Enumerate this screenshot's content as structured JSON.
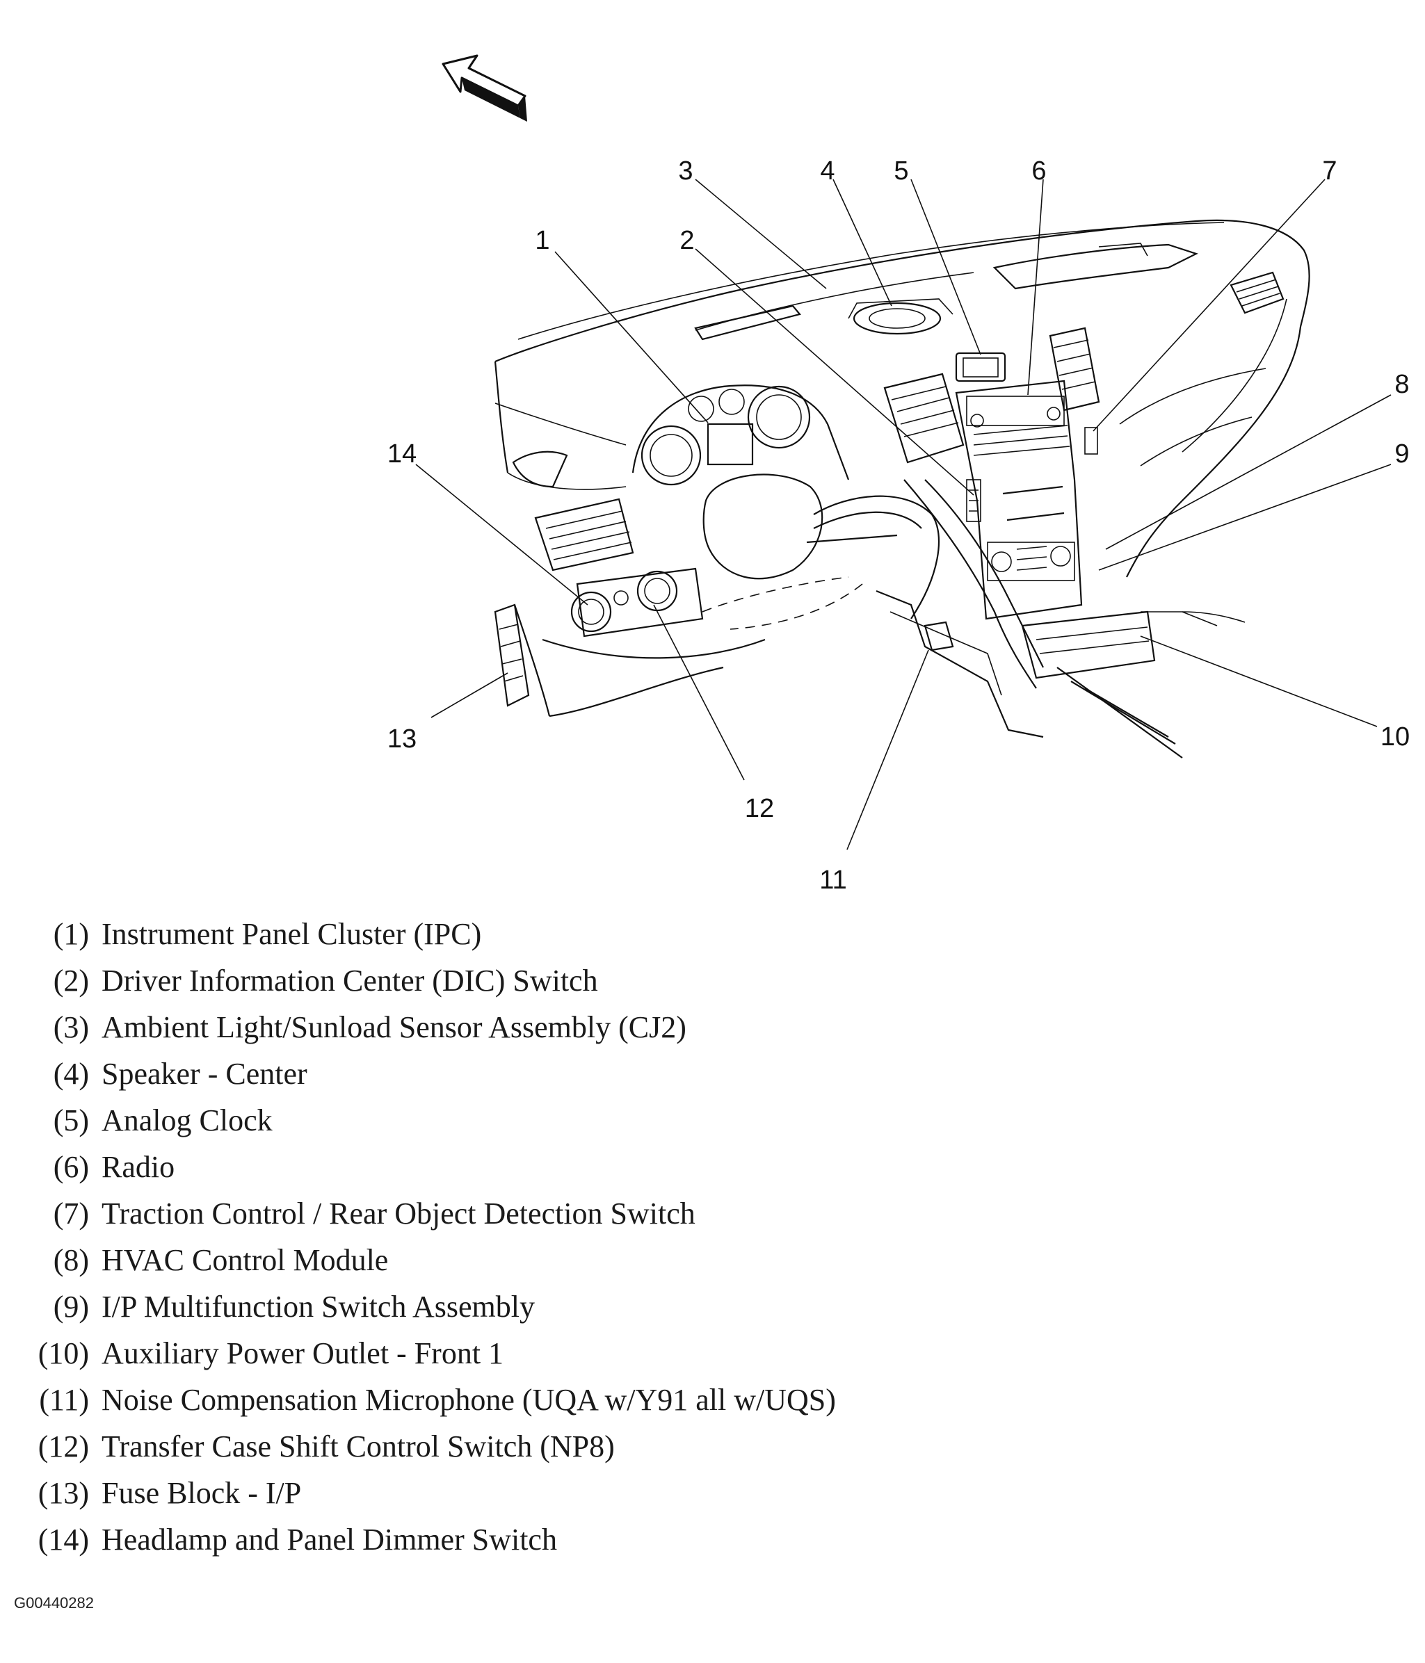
{
  "callouts": [
    {
      "num": "1"
    },
    {
      "num": "2"
    },
    {
      "num": "3"
    },
    {
      "num": "4"
    },
    {
      "num": "5"
    },
    {
      "num": "6"
    },
    {
      "num": "7"
    },
    {
      "num": "8"
    },
    {
      "num": "9"
    },
    {
      "num": "10"
    },
    {
      "num": "11"
    },
    {
      "num": "12"
    },
    {
      "num": "13"
    },
    {
      "num": "14"
    }
  ],
  "legend": [
    {
      "num": "(1)",
      "label": "Instrument Panel Cluster (IPC)"
    },
    {
      "num": "(2)",
      "label": "Driver Information Center (DIC) Switch"
    },
    {
      "num": "(3)",
      "label": "Ambient Light/Sunload Sensor Assembly (CJ2)"
    },
    {
      "num": "(4)",
      "label": "Speaker - Center"
    },
    {
      "num": "(5)",
      "label": "Analog Clock"
    },
    {
      "num": "(6)",
      "label": "Radio"
    },
    {
      "num": "(7)",
      "label": "Traction Control / Rear Object Detection Switch"
    },
    {
      "num": "(8)",
      "label": "HVAC Control Module"
    },
    {
      "num": "(9)",
      "label": "I/P Multifunction Switch Assembly"
    },
    {
      "num": "(10)",
      "label": "Auxiliary Power Outlet - Front 1"
    },
    {
      "num": "(11)",
      "label": "Noise Compensation Microphone (UQA w/Y91 all w/UQS)"
    },
    {
      "num": "(12)",
      "label": "Transfer Case Shift Control Switch (NP8)"
    },
    {
      "num": "(13)",
      "label": "Fuse Block - I/P"
    },
    {
      "num": "(14)",
      "label": "Headlamp and Panel Dimmer Switch"
    }
  ],
  "figure_id": "G00440282",
  "icons": [
    "forward-direction-arrow-icon"
  ]
}
